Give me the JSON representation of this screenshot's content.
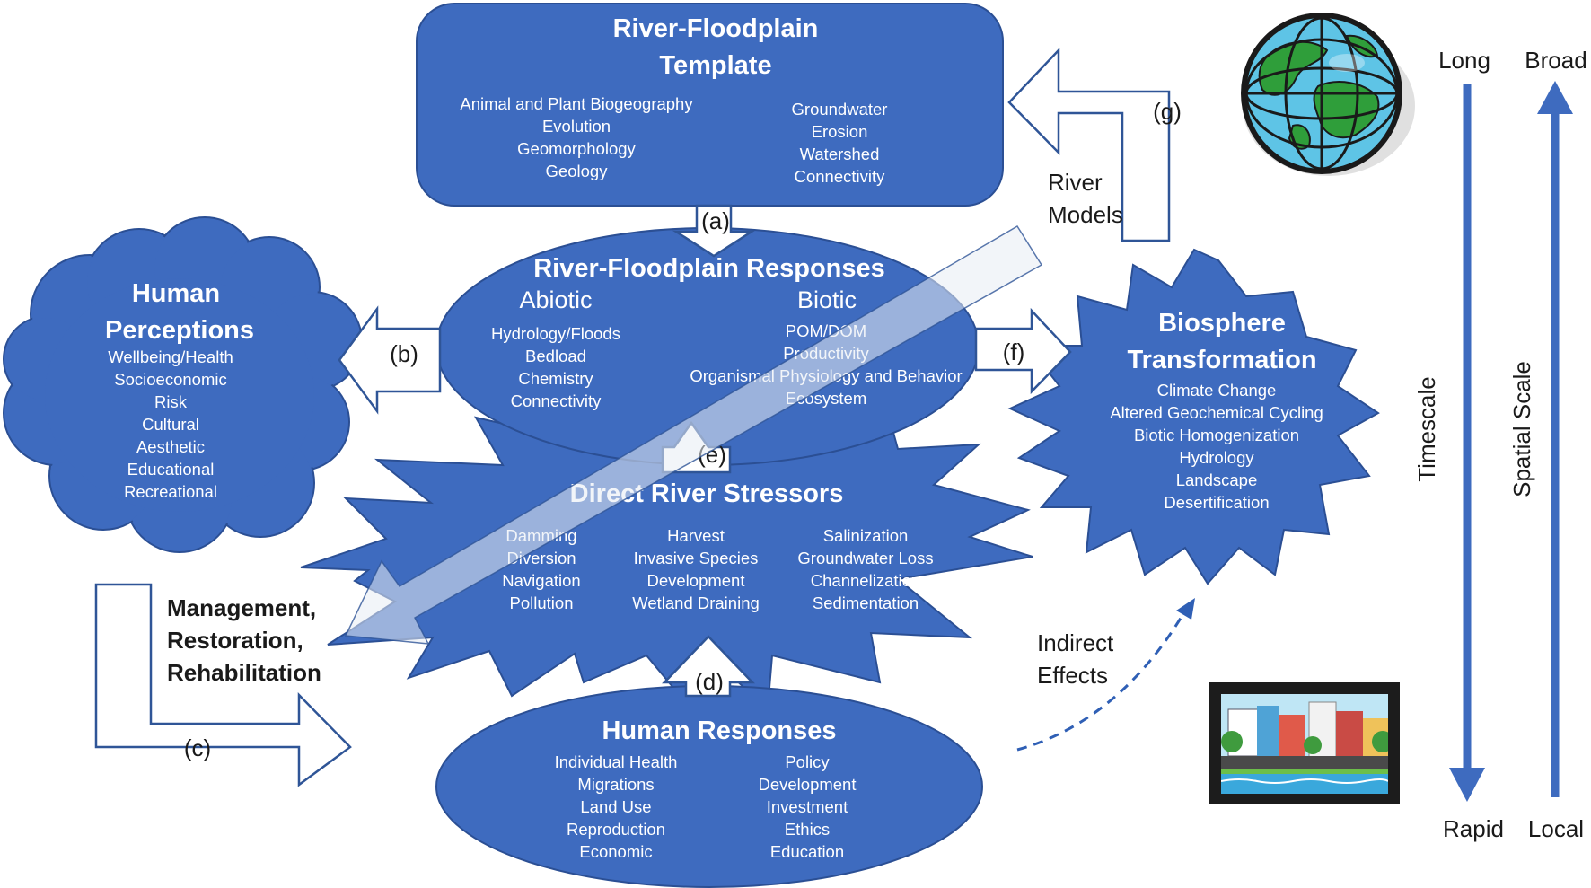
{
  "colors": {
    "primary_blue": "#3e6bbf",
    "box_stroke": "#2b4f94",
    "arrow_outline": "#2f5597",
    "text_dark": "#1a1a1a"
  },
  "template": {
    "title": [
      "River-Floodplain",
      "Template"
    ],
    "left_items": [
      "Animal and Plant Biogeography",
      "Evolution",
      "Geomorphology",
      "Geology"
    ],
    "right_items": [
      "Groundwater",
      "Erosion",
      "Watershed",
      "Connectivity"
    ]
  },
  "responses": {
    "title": "River-Floodplain Responses",
    "abiotic_heading": "Abiotic",
    "biotic_heading": "Biotic",
    "abiotic_items": [
      "Hydrology/Floods",
      "Bedload",
      "Chemistry",
      "Connectivity"
    ],
    "biotic_items": [
      "POM/DOM",
      "Productivity",
      "Organismal Physiology and Behavior",
      "Ecosystem"
    ]
  },
  "perceptions": {
    "title": [
      "Human",
      "Perceptions"
    ],
    "items": [
      "Wellbeing/Health",
      "Socioeconomic",
      "Risk",
      "Cultural",
      "Aesthetic",
      "Educational",
      "Recreational"
    ]
  },
  "stressors": {
    "title": "Direct River Stressors",
    "col1": [
      "Damming",
      "Diversion",
      "Navigation",
      "Pollution"
    ],
    "col2": [
      "Harvest",
      "Invasive Species",
      "Development",
      "Wetland Draining"
    ],
    "col3": [
      "Salinization",
      "Groundwater Loss",
      "Channelization",
      "Sedimentation"
    ]
  },
  "biosphere": {
    "title": [
      "Biosphere",
      "Transformation"
    ],
    "items": [
      "Climate Change",
      "Altered Geochemical Cycling",
      "Biotic Homogenization",
      "Hydrology",
      "Landscape",
      "Desertification"
    ]
  },
  "human_responses": {
    "title": "Human Responses",
    "left_items": [
      "Individual Health",
      "Migrations",
      "Land Use",
      "Reproduction",
      "Economic"
    ],
    "right_items": [
      "Policy",
      "Development",
      "Investment",
      "Ethics",
      "Education"
    ]
  },
  "arrow_labels": {
    "a": "(a)",
    "b": "(b)",
    "c": "(c)",
    "d": "(d)",
    "e": "(e)",
    "f": "(f)",
    "g": "(g)"
  },
  "river_models": [
    "River",
    "Models"
  ],
  "management": [
    "Management,",
    "Restoration,",
    "Rehabilitation"
  ],
  "indirect_effects": [
    "Indirect",
    "Effects"
  ],
  "scales": {
    "timescale_label": "Timescale",
    "time_top": "Long",
    "time_bottom": "Rapid",
    "spatial_label": "Spatial Scale",
    "spatial_top": "Broad",
    "spatial_bottom": "Local"
  },
  "icons": {
    "globe": "globe-icon",
    "city": "city-scene-icon"
  }
}
